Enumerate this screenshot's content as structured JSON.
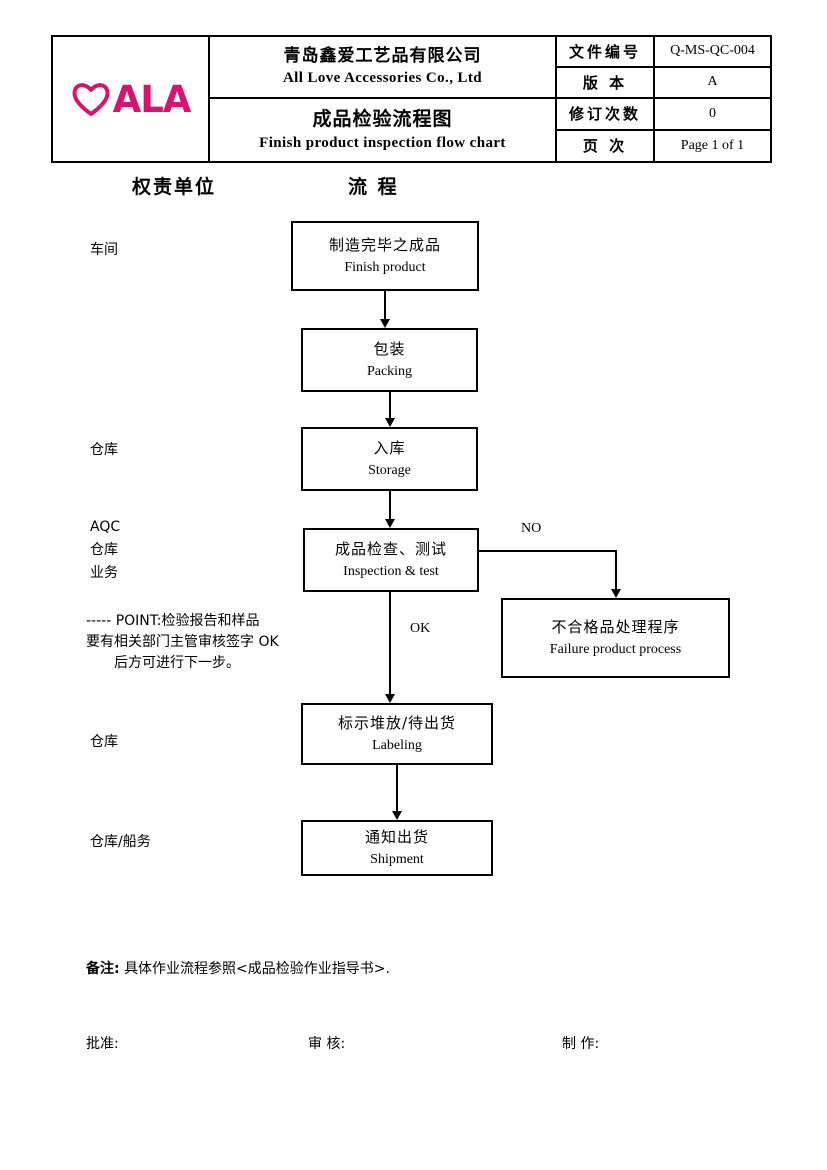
{
  "header": {
    "logo": {
      "icon": "heart-icon",
      "text": "ALA",
      "color": "#d6146e"
    },
    "company_cn": "青岛鑫爱工艺品有限公司",
    "company_en": "All Love Accessories Co., Ltd",
    "doc_title_cn": "成品检验流程图",
    "doc_title_en": "Finish product inspection flow chart",
    "fields": [
      {
        "key": "文件编号",
        "value": "Q-MS-QC-004"
      },
      {
        "key": "版    本",
        "value": "A"
      },
      {
        "key": "修订次数",
        "value": "0"
      },
      {
        "key": "页    次",
        "value": "Page 1 of 1"
      }
    ]
  },
  "columns": {
    "responsibility": "权责单位",
    "process": "流    程"
  },
  "responsibilities": [
    {
      "name": "workshop",
      "label": "车间"
    },
    {
      "name": "warehouse-storage",
      "label": "仓库"
    },
    {
      "name": "aqc",
      "label": "AQC"
    },
    {
      "name": "aqc-warehouse",
      "label": "仓库"
    },
    {
      "name": "aqc-business",
      "label": "业务"
    },
    {
      "name": "warehouse-labeling",
      "label": "仓库"
    },
    {
      "name": "warehouse-shipping",
      "label": "仓库/船务"
    }
  ],
  "flow": {
    "boxes": [
      {
        "name": "finish-product",
        "cn": "制造完毕之成品",
        "en": "Finish product"
      },
      {
        "name": "packing",
        "cn": "包装",
        "en": "Packing"
      },
      {
        "name": "storage",
        "cn": "入库",
        "en": "Storage"
      },
      {
        "name": "inspection-test",
        "cn": "成品检查、测试",
        "en": "Inspection & test"
      },
      {
        "name": "failure-process",
        "cn": "不合格品处理程序",
        "en": "Failure product process"
      },
      {
        "name": "labeling",
        "cn": "标示堆放/待出货",
        "en": "Labeling"
      },
      {
        "name": "shipment",
        "cn": "通知出货",
        "en": "Shipment"
      }
    ],
    "edge_labels": {
      "no": "NO",
      "ok": "OK"
    }
  },
  "point_note": {
    "line1": "----- POINT:检验报告和样品",
    "line2": "要有相关部门主管审核签字 OK",
    "line3": "后方可进行下一步。"
  },
  "footer": {
    "remark_key": "备注:",
    "remark_value": "具体作业流程参照<成品检验作业指导书>.",
    "signatures": [
      {
        "name": "approve",
        "label": "批准:"
      },
      {
        "name": "review",
        "label": "审  核:"
      },
      {
        "name": "prepare",
        "label": "制  作:"
      }
    ]
  }
}
